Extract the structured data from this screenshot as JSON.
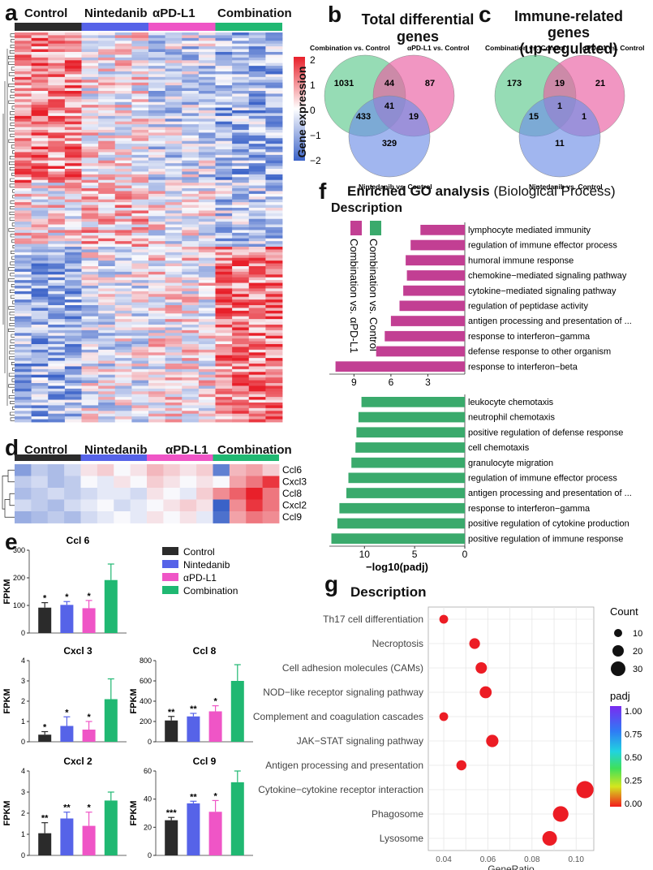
{
  "colors": {
    "control": "#2b2b2b",
    "nintedanib": "#5663e8",
    "apdl1": "#ef55c6",
    "combination": "#20b872",
    "venn_green": "#5ec98e",
    "venn_pink": "#ea5ea2",
    "venn_blue": "#6f8fe6",
    "go_pink": "#c23f93",
    "go_green": "#3aaa6c",
    "heat_high": "#e8202a",
    "heat_low": "#3a62c8"
  },
  "panel_a": {
    "letter": "a",
    "groups": [
      "Control",
      "Nintedanib",
      "αPD-L1",
      "Combination"
    ],
    "colorbar_title": "Gene expression",
    "colorbar_ticks": [
      "2",
      "1",
      "0",
      "−1",
      "−2"
    ]
  },
  "panel_b": {
    "letter": "b",
    "title": "Total differential genes",
    "set_labels": [
      "Combination vs. Control",
      "αPD-L1 vs. Control",
      "Nintedanib vs. Control"
    ],
    "counts": {
      "combo_only": "1031",
      "combo_pdl1": "44",
      "pdl1_only": "87",
      "all": "41",
      "combo_nin": "433",
      "pdl1_nin": "19",
      "nin_only": "329"
    }
  },
  "panel_c": {
    "letter": "c",
    "title_line1": "Immune-related genes",
    "title_line2": "(up-regulated)",
    "set_labels": [
      "Combination vs. Control",
      "αPD-L1 vs. Control",
      "Nintedanib vs. Control"
    ],
    "counts": {
      "combo_only": "173",
      "combo_pdl1": "19",
      "pdl1_only": "21",
      "all": "1",
      "combo_nin": "15",
      "pdl1_nin": "1",
      "nin_only": "11"
    }
  },
  "panel_d": {
    "letter": "d",
    "groups": [
      "Control",
      "Nintedanib",
      "αPD-L1",
      "Combination"
    ],
    "genes": [
      "Ccl6",
      "Cxcl3",
      "Ccl8",
      "Cxcl2",
      "Ccl9"
    ]
  },
  "panel_f": {
    "letter": "f",
    "title_bold": "Enriched GO analysis",
    "title_rest": " (Biological Process)",
    "legend_title": "Description",
    "legend_items": [
      "Combination vs. Control",
      "Combination vs. αPD-L1"
    ],
    "xlabel": "−log10(padj)",
    "ticks_top": [
      "9",
      "6",
      "3"
    ],
    "ticks_bottom": [
      "10",
      "5",
      "0"
    ]
  },
  "panel_e": {
    "letter": "e",
    "ylabel": "FPKM",
    "legend": [
      "Control",
      "Nintedanib",
      "αPD-L1",
      "Combination"
    ],
    "charts": [
      {
        "title": "Ccl 6",
        "ymax": 300,
        "ticks": [
          "300",
          "200",
          "100",
          "0"
        ]
      },
      {
        "title": "Cxcl 3",
        "ymax": 4,
        "ticks": [
          "4",
          "3",
          "2",
          "1",
          "0"
        ]
      },
      {
        "title": "Ccl 8",
        "ymax": 800,
        "ticks": [
          "800",
          "600",
          "400",
          "200",
          "0"
        ]
      },
      {
        "title": "Cxcl 2",
        "ymax": 4,
        "ticks": [
          "4",
          "3",
          "2",
          "1",
          "0"
        ]
      },
      {
        "title": "Ccl 9",
        "ymax": 60,
        "ticks": [
          "60",
          "40",
          "20",
          "0"
        ]
      }
    ]
  },
  "panel_g": {
    "letter": "g",
    "legend_title": "Description",
    "xlabel": "GeneRatio",
    "x_ticks": [
      "0.04",
      "0.06",
      "0.08",
      "0.10"
    ],
    "count_title": "Count",
    "count_labels": [
      "10",
      "20",
      "30"
    ],
    "padj_title": "padj",
    "padj_ticks": [
      "1.00",
      "0.75",
      "0.50",
      "0.25",
      "0.00"
    ]
  },
  "chart_data": [
    {
      "id": "f_top",
      "type": "bar",
      "orientation": "horizontal",
      "series_name": "Combination vs. αPD-L1",
      "categories": [
        "lymphocyte mediated immunity",
        "regulation of immune effector process",
        "humoral immune response",
        "chemokine−mediated signaling pathway",
        "cytokine−mediated signaling pathway",
        "regulation of peptidase activity",
        "antigen processing and presentation of ...",
        "response to interferon−gamma",
        "defense response to other organism",
        "response to interferon−beta"
      ],
      "values": [
        3.6,
        4.4,
        4.8,
        4.7,
        5.0,
        5.3,
        6.0,
        6.5,
        7.2,
        10.5
      ],
      "xlim": [
        11,
        0
      ],
      "xlabel": "−log10(padj)"
    },
    {
      "id": "f_bottom",
      "type": "bar",
      "orientation": "horizontal",
      "series_name": "Combination vs. Control",
      "categories": [
        "leukocyte chemotaxis",
        "neutrophil chemotaxis",
        "positive regulation of defense response",
        "cell chemotaxis",
        "granulocyte migration",
        "regulation of immune effector process",
        "antigen processing and presentation of ...",
        "response to interferon−gamma",
        "positive regulation of cytokine production",
        "positive regulation of immune response"
      ],
      "values": [
        10.3,
        10.6,
        10.8,
        10.9,
        11.3,
        11.6,
        11.8,
        12.5,
        12.7,
        13.3
      ],
      "xlim": [
        13.5,
        0
      ],
      "xlabel": "−log10(padj)"
    },
    {
      "id": "e_bars",
      "type": "bar",
      "categories": [
        "Control",
        "Nintedanib",
        "αPD-L1",
        "Combination"
      ],
      "panels": [
        {
          "title": "Ccl 6",
          "values": [
            92,
            102,
            90,
            192
          ],
          "errors": [
            18,
            12,
            28,
            58
          ],
          "sig": [
            "*",
            "*",
            "*",
            ""
          ],
          "ylim": [
            0,
            300
          ]
        },
        {
          "title": "Cxcl 3",
          "values": [
            0.35,
            0.78,
            0.6,
            2.1
          ],
          "errors": [
            0.15,
            0.45,
            0.4,
            1.0
          ],
          "sig": [
            "*",
            "*",
            "*",
            ""
          ],
          "ylim": [
            0,
            4
          ]
        },
        {
          "title": "Ccl 8",
          "values": [
            210,
            250,
            300,
            600
          ],
          "errors": [
            40,
            30,
            55,
            160
          ],
          "sig": [
            "**",
            "**",
            "*",
            ""
          ],
          "ylim": [
            0,
            800
          ]
        },
        {
          "title": "Cxcl 2",
          "values": [
            1.05,
            1.75,
            1.4,
            2.6
          ],
          "errors": [
            0.5,
            0.3,
            0.65,
            0.4
          ],
          "sig": [
            "**",
            "**",
            "*",
            ""
          ],
          "ylim": [
            0,
            4
          ]
        },
        {
          "title": "Ccl 9",
          "values": [
            25,
            37,
            31,
            52
          ],
          "errors": [
            2,
            1.5,
            8,
            8
          ],
          "sig": [
            "***",
            "**",
            "*",
            ""
          ],
          "ylim": [
            0,
            60
          ]
        }
      ]
    },
    {
      "id": "g_dot",
      "type": "scatter",
      "categories": [
        "Th17 cell differentiation",
        "Necroptosis",
        "Cell adhesion molecules (CAMs)",
        "NOD−like receptor signaling pathway",
        "Complement and coagulation cascades",
        "JAK−STAT signaling pathway",
        "Antigen processing and presentation",
        "Cytokine−cytokine receptor interaction",
        "Phagosome",
        "Lysosome"
      ],
      "gene_ratio": [
        0.04,
        0.054,
        0.057,
        0.059,
        0.04,
        0.062,
        0.048,
        0.104,
        0.093,
        0.088
      ],
      "count": [
        12,
        18,
        20,
        22,
        12,
        23,
        16,
        38,
        33,
        30
      ],
      "padj": [
        0,
        0,
        0,
        0,
        0,
        0,
        0,
        0,
        0,
        0
      ],
      "xlim": [
        0.033,
        0.108
      ],
      "xlabel": "GeneRatio"
    }
  ]
}
